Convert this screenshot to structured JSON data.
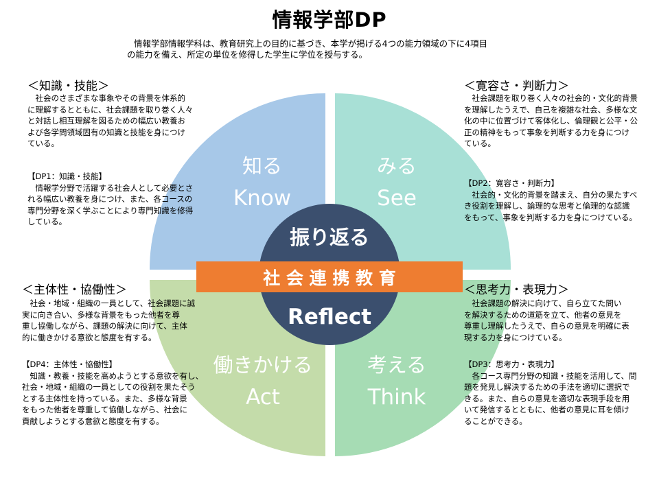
{
  "title": "情報学部DP",
  "intro": [
    "情報学部情報学科は、教育研究上の目的に基づき、本学が掲げる4つの能力領域の下に4項目",
    "の能力を備え、所定の単位を修得した学生に学位を授与する。"
  ],
  "colors": {
    "know": "#a7c8e8",
    "see": "#a8e0d6",
    "act": "#c4dcaa",
    "think": "#a6dcb4",
    "center": "#3b4f6e",
    "band": "#ee7d31"
  },
  "wheel": {
    "know": {
      "jp": "知る",
      "en": "Know"
    },
    "see": {
      "jp": "みる",
      "en": "See"
    },
    "act": {
      "jp": "働きかける",
      "en": "Act"
    },
    "think": {
      "jp": "考える",
      "en": "Think"
    },
    "center_top": "振り返る",
    "center_bottom": "Reflect",
    "band": "社 会 連 携 教 育"
  },
  "panels": {
    "tl": {
      "heading": "＜知識・技能＞",
      "desc": [
        "　社会のさまざまな事象やその背景を体系的",
        "に理解するとともに、社会課題を取り巻く人々",
        "と対話し相互理解を図るための幅広い教養お",
        "よび各学問領域固有の知識と技能を身につけ",
        "ている。"
      ],
      "dp_title": "【DP1：知識・技能】",
      "dp": [
        "　情報学分野で活躍する社会人として必要とさ",
        "れる幅広い教養を身につけ、また、各コースの",
        "専門分野を深く学ぶことにより専門知識を修得",
        "している。"
      ]
    },
    "tr": {
      "heading": "＜寛容さ・判断力＞",
      "desc": [
        "　社会課題を取り巻く人々の社会的・文化的背景",
        "を理解したうえで、自己を複雑な社会、多様な文",
        "化の中に位置づけて客体化し、倫理観と公平・公",
        "正の精神をもって事象を判断する力を身につけ",
        "ている。"
      ],
      "dp_title": "【DP2：寛容さ・判断力】",
      "dp": [
        "　社会的・文化的背景を踏まえ、自分の果たすべ",
        "き役割を理解し、論理的な思考と倫理的な認識",
        "をもって、事象を判断する力を身につけている。"
      ]
    },
    "bl": {
      "heading": "＜主体性・協働性＞",
      "desc": [
        "　社会・地域・組織の一員として、社会課題に誠",
        "実に向き合い、多様な背景をもった他者を尊",
        "重し協働しながら、課題の解決に向けて、主体",
        "的に働きかける意欲と態度を有する。"
      ],
      "dp_title": "【DP4：主体性・協働性】",
      "dp": [
        "　知識・教養・技能を高めようとする意欲を有し、",
        "社会・地域・組織の一員としての役割を果たそう",
        "とする主体性を持っている。また、多様な背景",
        "をもった他者を尊重して協働しながら、社会に",
        "貢献しようとする意欲と態度を有する。"
      ]
    },
    "br": {
      "heading": "＜思考力・表現力＞",
      "desc": [
        "　社会課題の解決に向けて、自ら立てた問い",
        "を解決するための道筋を立て、他者の意見を",
        "尊重し理解したうえで、自らの意見を明確に表",
        "現する力を身につけている。"
      ],
      "dp_title": "【DP3：思考力・表現力】",
      "dp": [
        "　各コース専門分野の知識・技能を活用して、問",
        "題を発見し解決するための手法を適切に選択で",
        "きる。また、自らの意見を適切な表現手段を用",
        "いて発信するとともに、他者の意見に耳を傾け",
        "ることができる。"
      ]
    }
  }
}
